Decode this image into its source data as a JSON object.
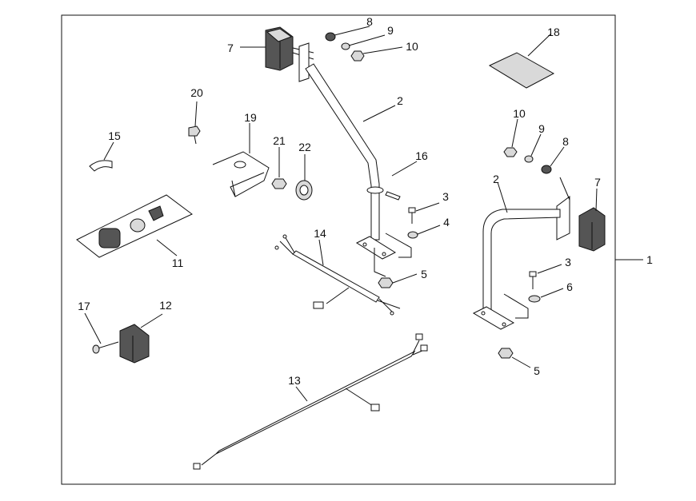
{
  "callouts": [
    {
      "id": "c1",
      "text": "1"
    },
    {
      "id": "c2a",
      "text": "2"
    },
    {
      "id": "c2b",
      "text": "2"
    },
    {
      "id": "c3a",
      "text": "3"
    },
    {
      "id": "c3b",
      "text": "3"
    },
    {
      "id": "c4",
      "text": "4"
    },
    {
      "id": "c5a",
      "text": "5"
    },
    {
      "id": "c5b",
      "text": "5"
    },
    {
      "id": "c6",
      "text": "6"
    },
    {
      "id": "c7a",
      "text": "7"
    },
    {
      "id": "c7b",
      "text": "7"
    },
    {
      "id": "c8a",
      "text": "8"
    },
    {
      "id": "c8b",
      "text": "8"
    },
    {
      "id": "c9a",
      "text": "9"
    },
    {
      "id": "c9b",
      "text": "9"
    },
    {
      "id": "c10a",
      "text": "10"
    },
    {
      "id": "c10b",
      "text": "10"
    },
    {
      "id": "c11",
      "text": "11"
    },
    {
      "id": "c12",
      "text": "12"
    },
    {
      "id": "c13",
      "text": "13"
    },
    {
      "id": "c14",
      "text": "14"
    },
    {
      "id": "c15",
      "text": "15"
    },
    {
      "id": "c16",
      "text": "16"
    },
    {
      "id": "c17",
      "text": "17"
    },
    {
      "id": "c18",
      "text": "18"
    },
    {
      "id": "c19",
      "text": "19"
    },
    {
      "id": "c20",
      "text": "20"
    },
    {
      "id": "c21",
      "text": "21"
    },
    {
      "id": "c22",
      "text": "22"
    }
  ]
}
